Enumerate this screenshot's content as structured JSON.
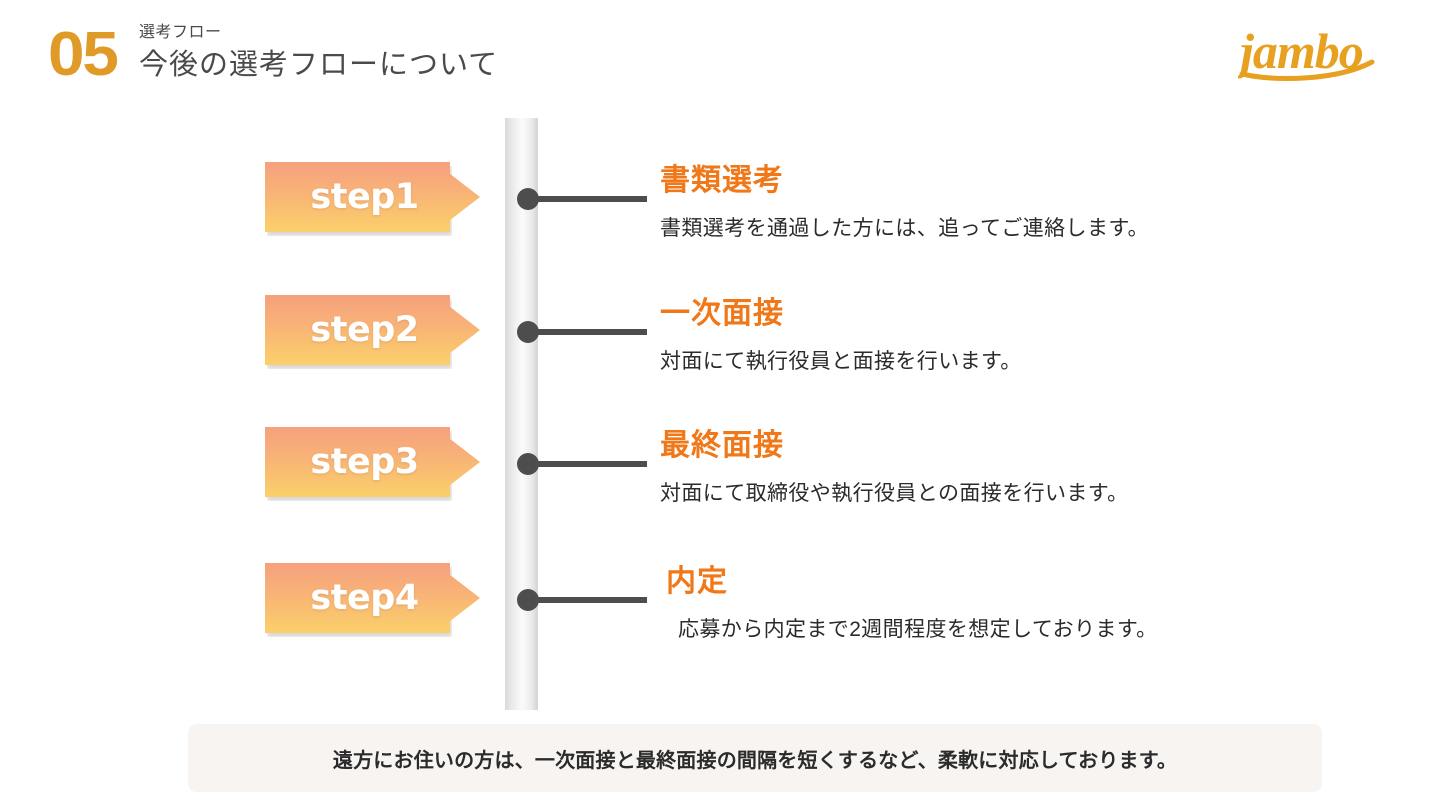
{
  "header": {
    "number": "05",
    "kicker": "選考フロー",
    "title": "今後の選考フローについて"
  },
  "logo": {
    "text": "jambo",
    "color": "#E8A020"
  },
  "colors": {
    "accent_orange": "#F07818",
    "number_amber": "#E09A28",
    "badge_gradient_top": "#F6A07E",
    "badge_gradient_bottom": "#FBD06A",
    "dot": "#4d4d4d",
    "rail": "#e0e0e0",
    "note_background": "#F7F4F2",
    "body_text": "#2b2b2b"
  },
  "timeline": {
    "steps": [
      {
        "badge": "step1",
        "heading": "書類選考",
        "description": "書類選考を通過した方には、追ってご連絡します。"
      },
      {
        "badge": "step2",
        "heading": "一次面接",
        "description": "対面にて執行役員と面接を行います。"
      },
      {
        "badge": "step3",
        "heading": "最終面接",
        "description": "対面にて取締役や執行役員との面接を行います。"
      },
      {
        "badge": "step4",
        "heading": "内定",
        "description": "応募から内定まで2週間程度を想定しております。"
      }
    ]
  },
  "footer_note": {
    "text": "遠方にお住いの方は、一次面接と最終面接の間隔を短くするなど、柔軟に対応しております。"
  }
}
